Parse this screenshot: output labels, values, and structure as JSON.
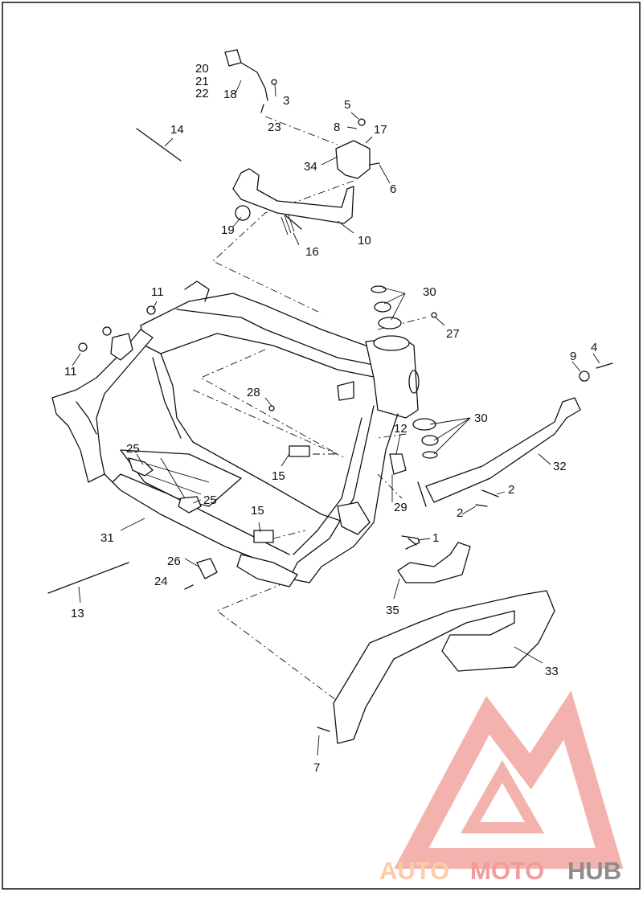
{
  "diagram": {
    "callouts": [
      {
        "id": "c1",
        "label": "1"
      },
      {
        "id": "c2a",
        "label": "2"
      },
      {
        "id": "c2b",
        "label": "2"
      },
      {
        "id": "c3",
        "label": "3"
      },
      {
        "id": "c4",
        "label": "4"
      },
      {
        "id": "c5",
        "label": "5"
      },
      {
        "id": "c6",
        "label": "6"
      },
      {
        "id": "c7",
        "label": "7"
      },
      {
        "id": "c8",
        "label": "8"
      },
      {
        "id": "c9",
        "label": "9"
      },
      {
        "id": "c10",
        "label": "10"
      },
      {
        "id": "c11a",
        "label": "11"
      },
      {
        "id": "c11b",
        "label": "11"
      },
      {
        "id": "c12",
        "label": "12"
      },
      {
        "id": "c13",
        "label": "13"
      },
      {
        "id": "c14",
        "label": "14"
      },
      {
        "id": "c15a",
        "label": "15"
      },
      {
        "id": "c15b",
        "label": "15"
      },
      {
        "id": "c16",
        "label": "16"
      },
      {
        "id": "c17",
        "label": "17"
      },
      {
        "id": "c18",
        "label": "18"
      },
      {
        "id": "c19",
        "label": "19"
      },
      {
        "id": "c20",
        "label": "20"
      },
      {
        "id": "c21",
        "label": "21"
      },
      {
        "id": "c22",
        "label": "22"
      },
      {
        "id": "c23",
        "label": "23"
      },
      {
        "id": "c24",
        "label": "24"
      },
      {
        "id": "c25a",
        "label": "25"
      },
      {
        "id": "c25b",
        "label": "25"
      },
      {
        "id": "c26",
        "label": "26"
      },
      {
        "id": "c27",
        "label": "27"
      },
      {
        "id": "c28",
        "label": "28"
      },
      {
        "id": "c29",
        "label": "29"
      },
      {
        "id": "c30a",
        "label": "30"
      },
      {
        "id": "c30b",
        "label": "30"
      },
      {
        "id": "c31",
        "label": "31"
      },
      {
        "id": "c32",
        "label": "32"
      },
      {
        "id": "c33",
        "label": "33"
      },
      {
        "id": "c34",
        "label": "34"
      },
      {
        "id": "c35",
        "label": "35"
      }
    ]
  },
  "watermark": {
    "word_part1": "AUTO",
    "word_part2": "MOTO",
    "word_part3": "HUB",
    "color_light": "#f7c59a",
    "color_mid": "#f08a8a",
    "color_dark": "#7a7a7a"
  }
}
